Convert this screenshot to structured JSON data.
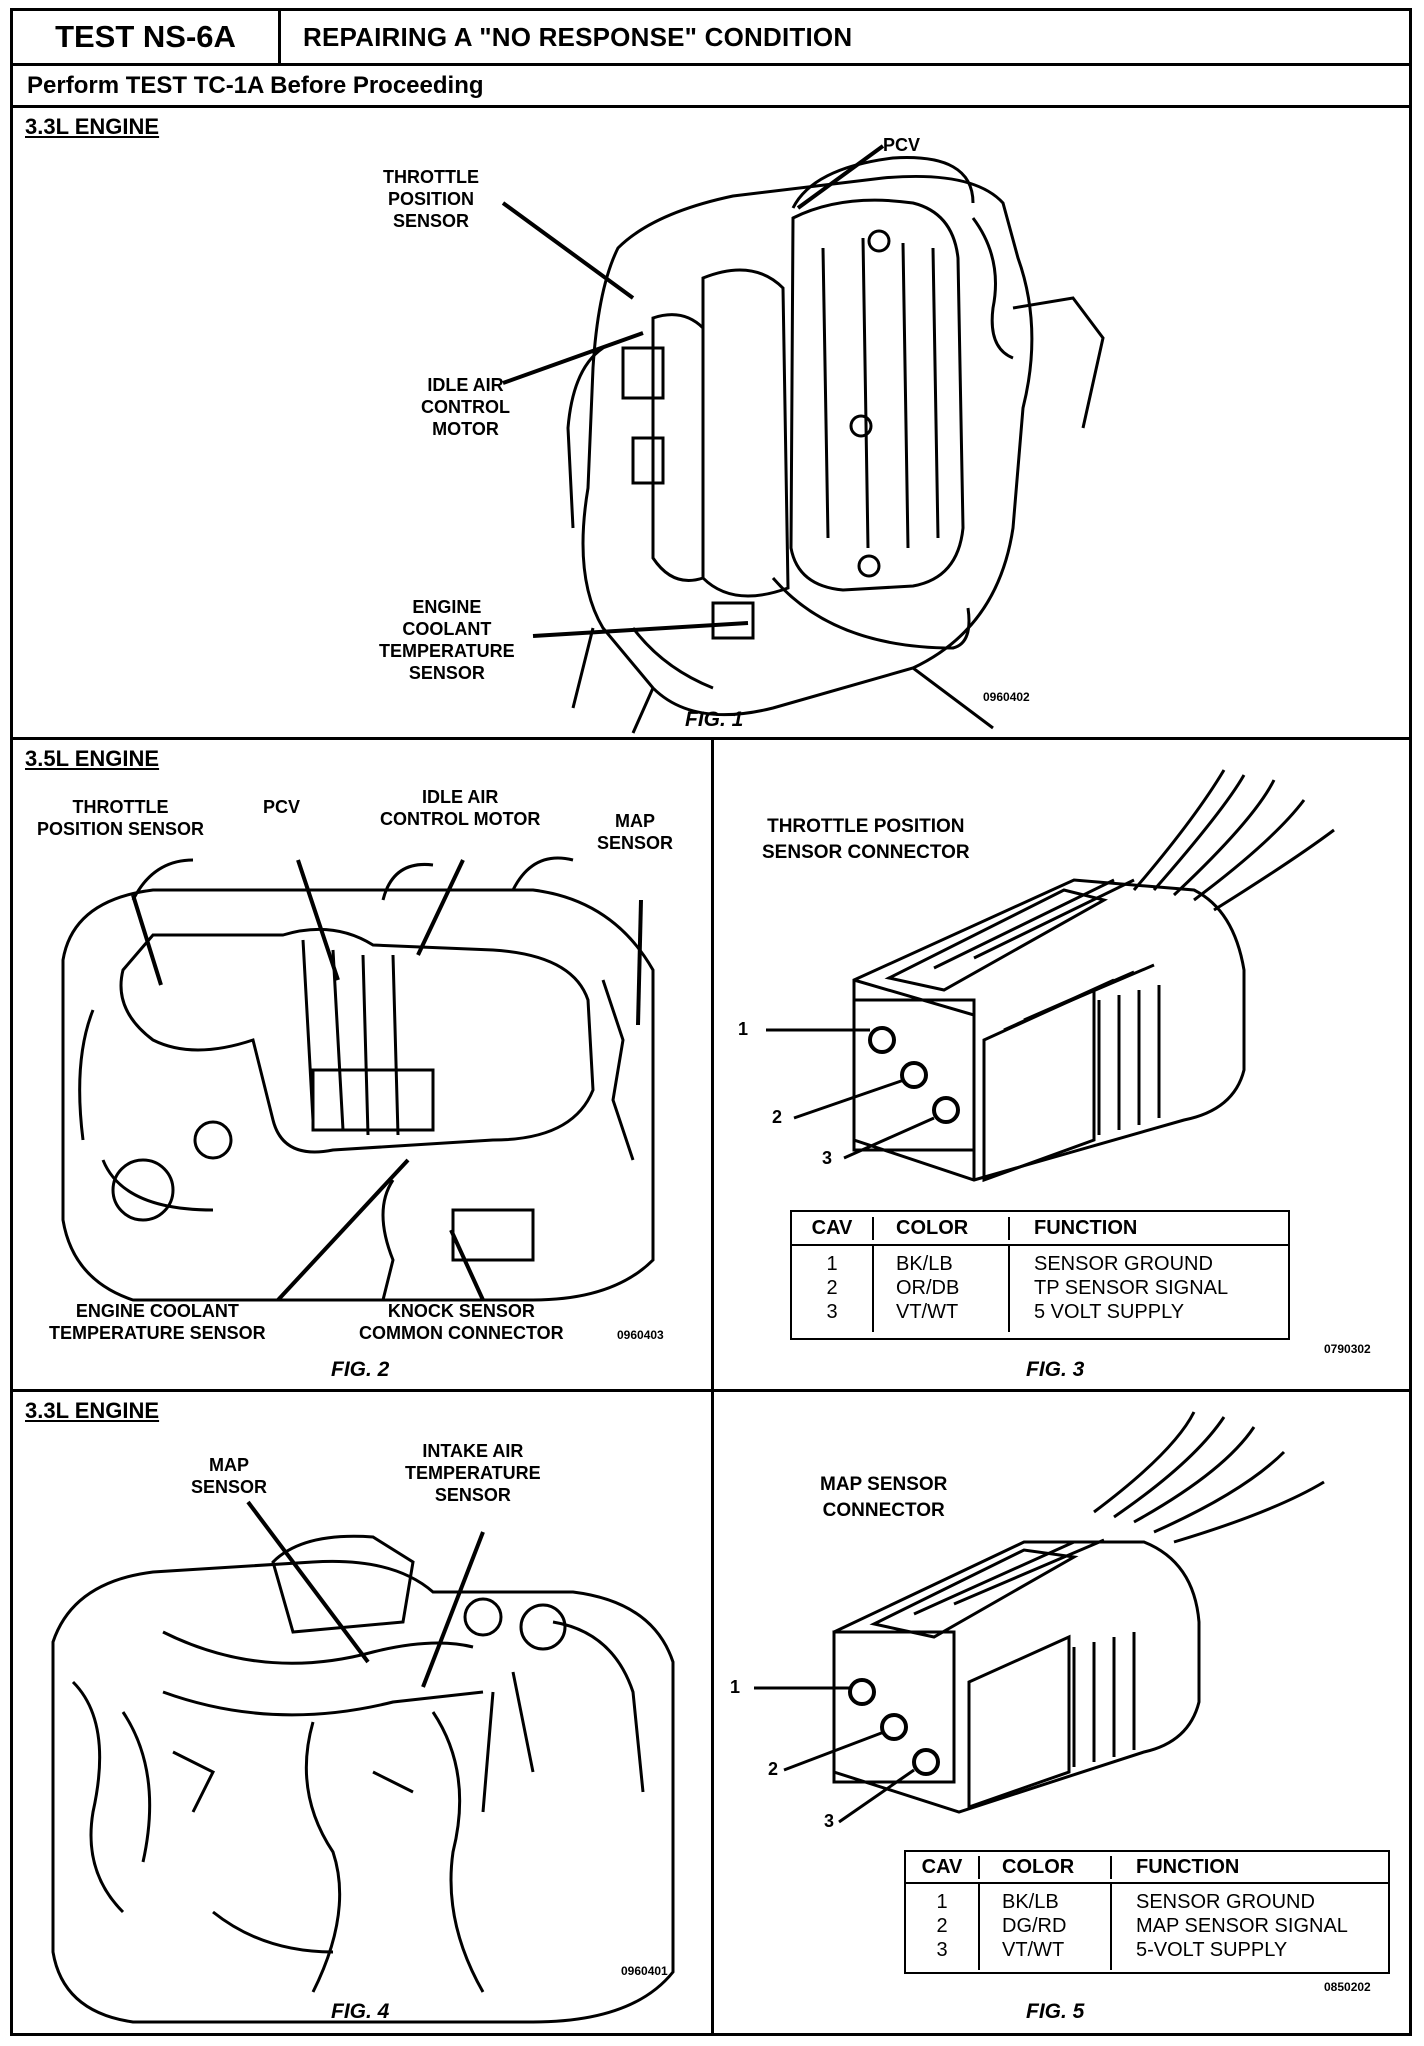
{
  "header": {
    "test_id": "TEST NS-6A",
    "title": "REPAIRING A \"NO RESPONSE\" CONDITION",
    "prereq": "Perform TEST TC-1A Before Proceeding"
  },
  "fig1": {
    "engine": "3.3L ENGINE",
    "labels": {
      "tps": "THROTTLE\nPOSITION\nSENSOR",
      "pcv": "PCV",
      "iac": "IDLE AIR\nCONTROL\nMOTOR",
      "ect": "ENGINE\nCOOLANT\nTEMPERATURE\nSENSOR"
    },
    "code": "0960402",
    "caption": "FIG. 1"
  },
  "fig2": {
    "engine": "3.5L ENGINE",
    "labels": {
      "tps": "THROTTLE\nPOSITION SENSOR",
      "pcv": "PCV",
      "iac": "IDLE AIR\nCONTROL MOTOR",
      "map": "MAP\nSENSOR",
      "ect": "ENGINE COOLANT\nTEMPERATURE SENSOR",
      "knock": "KNOCK SENSOR\nCOMMON CONNECTOR"
    },
    "code": "0960403",
    "caption": "FIG. 2"
  },
  "fig3": {
    "title": "THROTTLE POSITION\nSENSOR CONNECTOR",
    "pins": [
      "1",
      "2",
      "3"
    ],
    "table": {
      "headers": [
        "CAV",
        "COLOR",
        "FUNCTION"
      ],
      "cav": "1\n2\n3",
      "color": "BK/LB\nOR/DB\nVT/WT",
      "function": "SENSOR GROUND\nTP SENSOR SIGNAL\n5 VOLT SUPPLY"
    },
    "code": "0790302",
    "caption": "FIG. 3"
  },
  "fig4": {
    "engine": "3.3L ENGINE",
    "labels": {
      "map": "MAP\nSENSOR",
      "iat": "INTAKE AIR\nTEMPERATURE\nSENSOR"
    },
    "code": "0960401",
    "caption": "FIG. 4"
  },
  "fig5": {
    "title": "MAP SENSOR\nCONNECTOR",
    "pins": [
      "1",
      "2",
      "3"
    ],
    "table": {
      "headers": [
        "CAV",
        "COLOR",
        "FUNCTION"
      ],
      "cav": "1\n2\n3",
      "color": "BK/LB\nDG/RD\nVT/WT",
      "function": "SENSOR GROUND\nMAP SENSOR SIGNAL\n5-VOLT SUPPLY"
    },
    "code": "0850202",
    "caption": "FIG. 5"
  }
}
